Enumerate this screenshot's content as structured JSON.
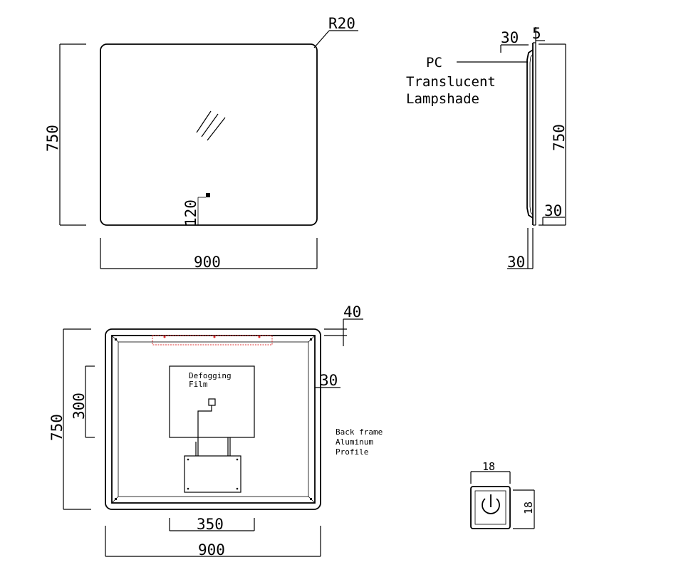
{
  "front_view": {
    "corner_radius": "R20",
    "height": "750",
    "width": "900",
    "sensor_offset": "120"
  },
  "side_view": {
    "dim_top_depth": "30",
    "dim_top_thickness": "5",
    "lampshade_label_line1": "PC",
    "lampshade_label_line2": "Translucent",
    "lampshade_label_line3": "Lampshade",
    "height": "750",
    "dim_bottom_inner": "30",
    "dim_bottom_outer": "30"
  },
  "back_view": {
    "frame_offset": "40",
    "frame_width": "30",
    "height": "750",
    "defog_height": "300",
    "defog_label_line1": "Defogging",
    "defog_label_line2": "Film",
    "back_frame_line1": "Back frame",
    "back_frame_line2": "Aluminum",
    "back_frame_line3": "Profile",
    "defog_width": "350",
    "width": "900"
  },
  "switch_detail": {
    "width": "18",
    "height": "18",
    "icon": "power-icon"
  }
}
